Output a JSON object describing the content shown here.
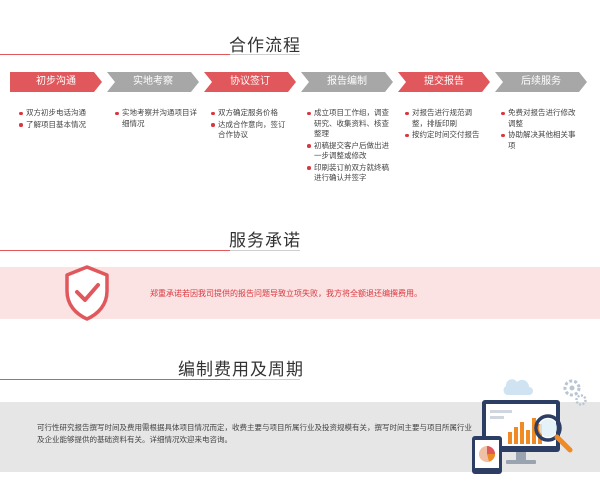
{
  "sections": {
    "process_title": "合作流程",
    "service_title": "服务承诺",
    "fee_title": "编制费用及周期"
  },
  "steps": [
    {
      "label": "初步沟通",
      "color": "#e0575c",
      "items": [
        "双方初步电话沟通",
        "了解项目基本情况"
      ]
    },
    {
      "label": "实地考察",
      "color": "#a7a7a7",
      "items": [
        "实地考察并沟通项目详细情况"
      ]
    },
    {
      "label": "协议签订",
      "color": "#e0575c",
      "items": [
        "双方确定服务价格",
        "达成合作意向，签订合作协议"
      ]
    },
    {
      "label": "报告编制",
      "color": "#a7a7a7",
      "items": [
        "成立项目工作组，调查研究、收集资料、核查整理",
        "初稿提交客户后做出进一步调整或修改",
        "印刷装订前双方就终稿进行确认并签字"
      ]
    },
    {
      "label": "提交报告",
      "color": "#e0575c",
      "items": [
        "对报告进行规范调整，排版印刷",
        "按约定时间交付报告"
      ]
    },
    {
      "label": "后续服务",
      "color": "#a7a7a7",
      "items": [
        "免费对报告进行修改调整",
        "协助解决其他相关事项"
      ]
    }
  ],
  "promise": {
    "text": "郑重承诺若因我司提供的报告问题导致立项失败，我方将全额退还编撰费用。",
    "icon": "shield-check-icon"
  },
  "fee": {
    "text": "可行性研究报告撰写时间及费用需根据具体项目情况而定，收费主要与项目所属行业及投资规模有关，撰写时间主要与项目所属行业及企业能够提供的基础资料有关。详细情况欢迎来电咨询。",
    "icon": "analytics-illustration-icon"
  },
  "colors": {
    "accent": "#e0575c",
    "grey_step": "#a7a7a7",
    "promise_band": "#fbe3e3",
    "fee_band": "#e6e6e6"
  }
}
